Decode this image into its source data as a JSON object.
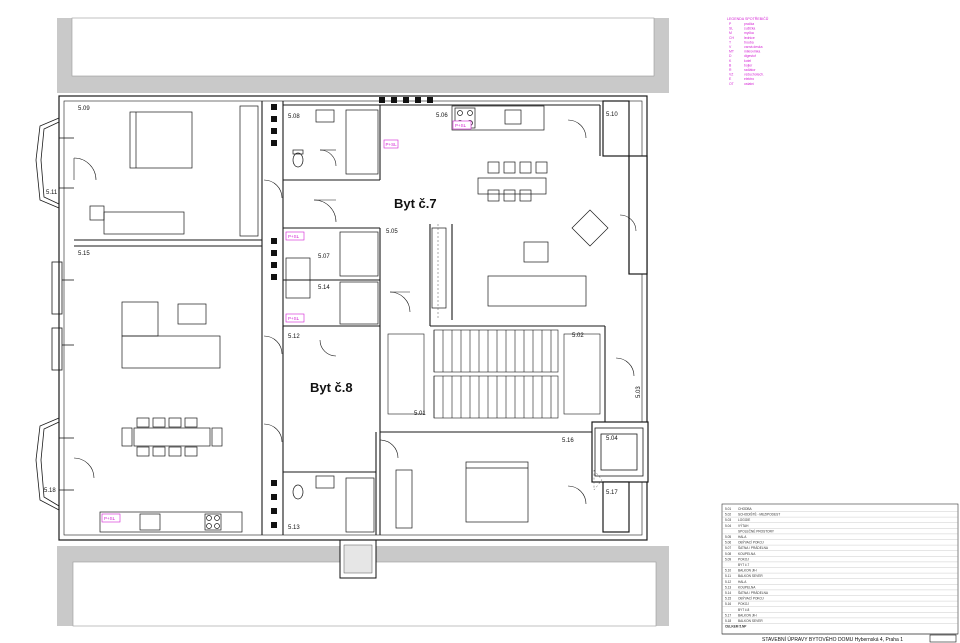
{
  "apartments": [
    {
      "id": "byt7",
      "label": "Byt č.7"
    },
    {
      "id": "byt8",
      "label": "Byt č.8"
    }
  ],
  "rooms": {
    "r509": "5.09",
    "r508": "5.08",
    "r506": "5.06",
    "r510": "5.10",
    "r511": "5.11",
    "r515": "5.15",
    "r505": "5.05",
    "r507": "5.07",
    "r514": "5.14",
    "r512": "5.12",
    "r502": "5.02",
    "r501": "5.01",
    "r503": "5.03",
    "r516": "5.16",
    "r504": "5.04",
    "r517": "5.17",
    "r513": "5.13",
    "r518": "5.18"
  },
  "markers": {
    "m1": "P+SL",
    "m2": "P+SL",
    "m3": "P+SL",
    "m4": "P+SL",
    "m5": "P+SL"
  },
  "legend": {
    "title": "LEGENDA SPOTŘEBIČŮ",
    "rows": [
      {
        "code": "P",
        "name": "pračka"
      },
      {
        "code": "SL",
        "name": "sušička"
      },
      {
        "code": "M",
        "name": "myčka"
      },
      {
        "code": "CH",
        "name": "lednice"
      },
      {
        "code": "T",
        "name": "trouba"
      },
      {
        "code": "V",
        "name": "varná deska"
      },
      {
        "code": "MT",
        "name": "mikrovlnka"
      },
      {
        "code": "D",
        "name": "digestoř"
      },
      {
        "code": "K",
        "name": "kotel"
      },
      {
        "code": "B",
        "name": "bojler"
      },
      {
        "code": "R",
        "name": "radiátor"
      },
      {
        "code": "VZ",
        "name": "vzduchotech."
      },
      {
        "code": "E",
        "name": "elektro"
      },
      {
        "code": "OT",
        "name": "ostatní"
      }
    ]
  },
  "table": {
    "rows": [
      {
        "num": "5.01",
        "name": "CHODBA"
      },
      {
        "num": "5.02",
        "name": "SCHODIŠTĚ - MEZIPODEST"
      },
      {
        "num": "5.03",
        "name": "LOGGIE"
      },
      {
        "num": "5.04",
        "name": "VÝTAH"
      },
      {
        "num": "",
        "name": "SPOLEČNÉ PROSTORY"
      },
      {
        "num": "5.05",
        "name": "HALA"
      },
      {
        "num": "5.06",
        "name": "OBÝVACÍ POKOJ"
      },
      {
        "num": "5.07",
        "name": "ŠATNA / PRÁDELNA"
      },
      {
        "num": "5.08",
        "name": "KOUPELNA"
      },
      {
        "num": "5.09",
        "name": "POKOJ"
      },
      {
        "num": "",
        "name": "BYT č.7"
      },
      {
        "num": "5.10",
        "name": "BALKON JIH"
      },
      {
        "num": "5.11",
        "name": "BALKON SEVER"
      },
      {
        "num": "5.12",
        "name": "HALA"
      },
      {
        "num": "5.13",
        "name": "KOUPELNA"
      },
      {
        "num": "5.14",
        "name": "ŠATNA / PRÁDELNA"
      },
      {
        "num": "5.15",
        "name": "OBÝVACÍ POKOJ"
      },
      {
        "num": "5.16",
        "name": "POKOJ"
      },
      {
        "num": "",
        "name": "BYT č.8"
      },
      {
        "num": "5.17",
        "name": "BALKON JIH"
      },
      {
        "num": "5.18",
        "name": "BALKON SEVER"
      }
    ],
    "total": "CELKEM 5.NP"
  },
  "title_block": "STAVEBNÍ ÚPRAVY BYTOVÉHO DOMU Hybernská 4, Praha 1",
  "colors": {
    "magenta": "#d41fd4",
    "wall": "#c8c8c8",
    "wallDark": "#9a9a9a",
    "line": "#1a1a1a"
  }
}
